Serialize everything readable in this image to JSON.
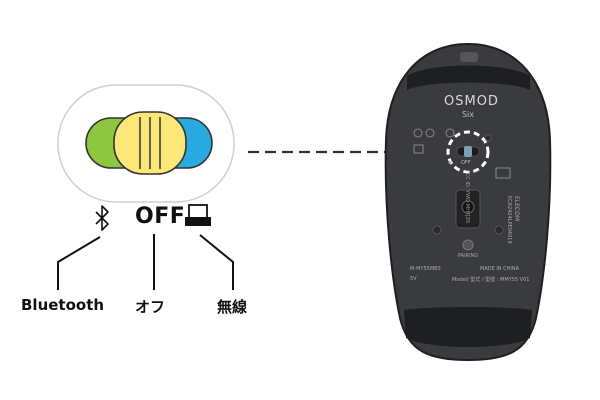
{
  "labels": {
    "bluetooth": "Bluetooth",
    "off_katakana": "オフ",
    "wireless": "無線",
    "off_switch": "OFF"
  },
  "mouse": {
    "brand": "OSMOD",
    "model_name": "Six",
    "fcc_id": "FCC ID: YWO-MHYJZ6",
    "pairing": "PAIRING",
    "made_in": "MADE IN CHINA",
    "model": "Model/ 型式 / 型號 : MMY55 V01",
    "part_no": "M-MY55MBS",
    "maker": "ELECOM",
    "maker_line": "ECA2424LPE04019",
    "switch_bt": "✱",
    "switch_off": "OFF",
    "power": "5V"
  },
  "colors": {
    "green": "#8dc63f",
    "yellow": "#fce779",
    "blue": "#29abe2",
    "mouse_body": "#3a3b3e",
    "mouse_dark": "#1e1f21"
  },
  "switch_position": "OFF"
}
